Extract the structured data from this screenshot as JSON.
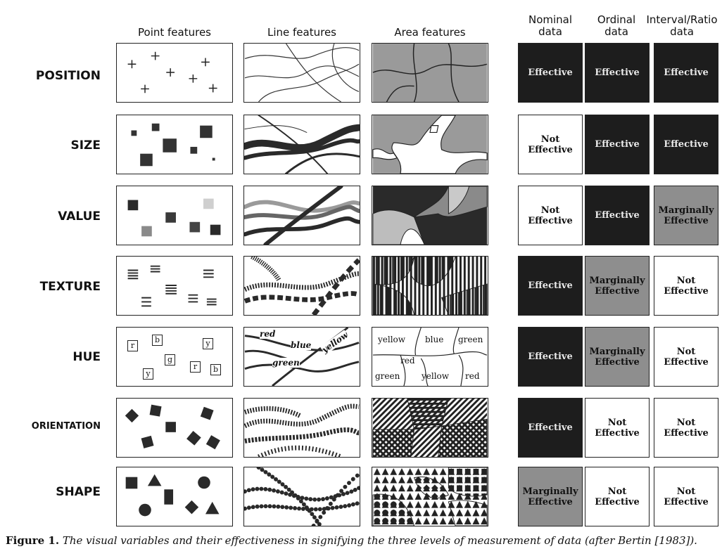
{
  "feature_headers": [
    "Point features",
    "Line features",
    "Area features"
  ],
  "data_headers": [
    "Nominal\ndata",
    "Ordinal\ndata",
    "Interval/Ratio\ndata"
  ],
  "rows": [
    {
      "label": "POSITION",
      "ratings": [
        "Effective",
        "Effective",
        "Effective"
      ]
    },
    {
      "label": "SIZE",
      "ratings": [
        "Not\nEffective",
        "Effective",
        "Effective"
      ]
    },
    {
      "label": "VALUE",
      "ratings": [
        "Not\nEffective",
        "Effective",
        "Marginally\nEffective"
      ]
    },
    {
      "label": "TEXTURE",
      "ratings": [
        "Effective",
        "Marginally\nEffective",
        "Not\nEffective"
      ]
    },
    {
      "label": "HUE",
      "ratings": [
        "Effective",
        "Marginally\nEffective",
        "Not\nEffective"
      ]
    },
    {
      "label": "ORIENTATION",
      "ratings": [
        "Effective",
        "Not\nEffective",
        "Not\nEffective"
      ]
    },
    {
      "label": "SHAPE",
      "ratings": [
        "Marginally\nEffective",
        "Not\nEffective",
        "Not\nEffective"
      ]
    }
  ],
  "hue_point_letters": [
    "r",
    "b",
    "y",
    "g",
    "y",
    "r",
    "b"
  ],
  "hue_line_labels": [
    "red",
    "blue",
    "yellow",
    "green"
  ],
  "hue_area_labels": [
    "yellow",
    "blue",
    "green",
    "red",
    "green",
    "yellow",
    "red"
  ],
  "effect_colors": {
    "Effective": "#1d1d1d",
    "Marginally": "#8e8e8e",
    "Not": "#ffffff"
  },
  "caption": {
    "figure": "Figure 1.",
    "text": "The visual variables and their effectiveness in signifying the three levels of measurement of data (after Bertin [1983])."
  }
}
